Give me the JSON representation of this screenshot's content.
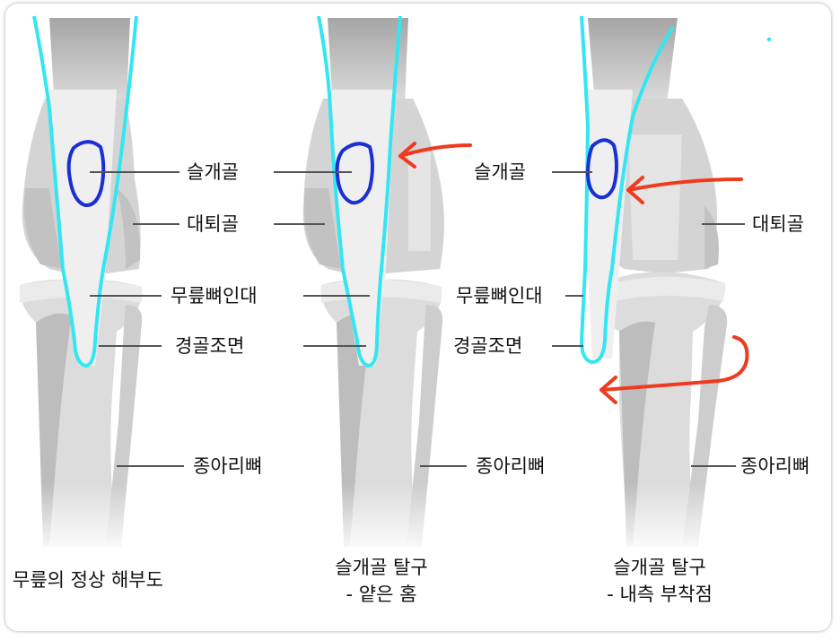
{
  "colors": {
    "outline": "#33e6f2",
    "patella_marker": "#1a2fd4",
    "arrow": "#f03a1e",
    "bone_light": "#e6e6e6",
    "bone_mid": "#cfcfcf",
    "bone_dark": "#a8a8a8",
    "leader": "#555555"
  },
  "panels": [
    {
      "caption": [
        "무릎의 정상 해부도"
      ],
      "labels": {
        "patella": "슬개골",
        "femur": "대퇴골",
        "patellar_ligament": "무릎뼈인대",
        "tibial_tuberosity": "경골조면",
        "fibula": "종아리뼈"
      }
    },
    {
      "caption": [
        "슬개골 탈구",
        "- 얕은 홈"
      ],
      "labels": {
        "patella": "슬개골",
        "patellar_ligament": "무릎뼈인대",
        "tibial_tuberosity": "경골조면",
        "fibula": "종아리뼈"
      }
    },
    {
      "caption": [
        "슬개골 탈구",
        "- 내측 부착점"
      ],
      "labels": {
        "femur": "대퇴골",
        "fibula": "종아리뼈"
      }
    }
  ]
}
